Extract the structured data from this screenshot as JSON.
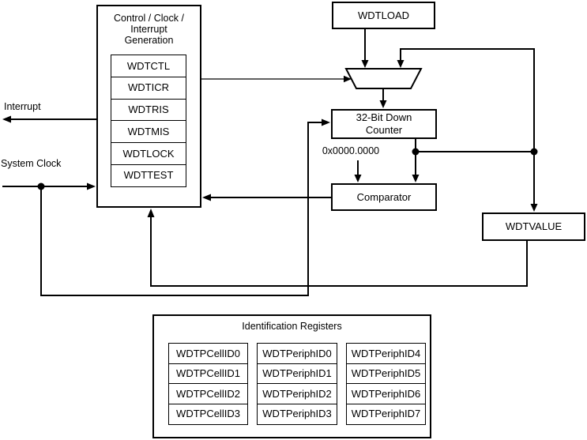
{
  "colors": {
    "line": "#000000",
    "background": "#ffffff",
    "text": "#000000"
  },
  "control_block": {
    "title_lines": [
      "Control / Clock /",
      "Interrupt",
      "Generation"
    ],
    "registers": [
      "WDTCTL",
      "WDTICR",
      "WDTRIS",
      "WDTMIS",
      "WDTLOCK",
      "WDTTEST"
    ]
  },
  "wdtload": {
    "label": "WDTLOAD"
  },
  "counter": {
    "lines": [
      "32-Bit Down",
      "Counter"
    ]
  },
  "comparator": {
    "label": "Comparator"
  },
  "compare_value": {
    "label": "0x0000.0000"
  },
  "wdtvalue": {
    "label": "WDTVALUE"
  },
  "signals": {
    "interrupt": "Interrupt",
    "system_clock": "System Clock"
  },
  "identification": {
    "title": "Identification Registers",
    "columns": [
      [
        "WDTPCellID0",
        "WDTPCellID1",
        "WDTPCellID2",
        "WDTPCellID3"
      ],
      [
        "WDTPeriphID0",
        "WDTPeriphID1",
        "WDTPeriphID2",
        "WDTPeriphID3"
      ],
      [
        "WDTPeriphID4",
        "WDTPeriphID5",
        "WDTPeriphID6",
        "WDTPeriphID7"
      ]
    ]
  }
}
